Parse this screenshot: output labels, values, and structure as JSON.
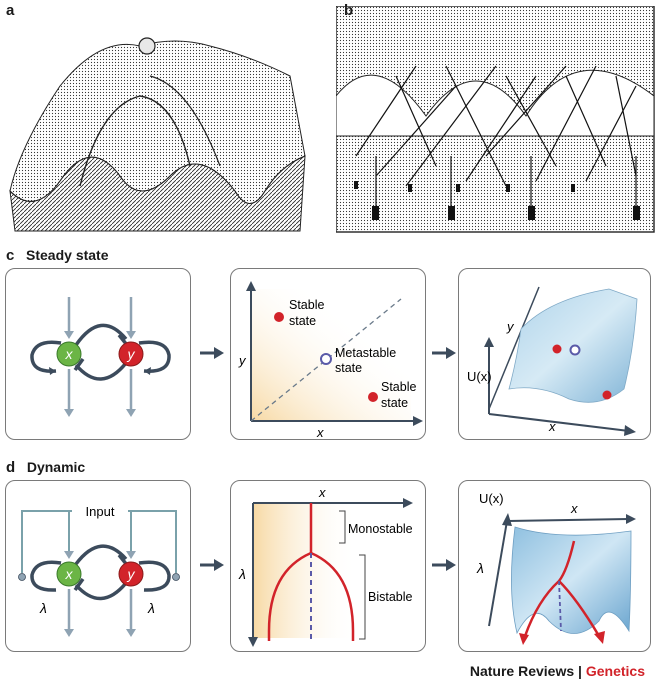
{
  "panels": {
    "a": {
      "letter": "a"
    },
    "b": {
      "letter": "b"
    },
    "c": {
      "letter": "c",
      "title": "Steady state"
    },
    "d": {
      "letter": "d",
      "title": "Dynamic"
    }
  },
  "steady": {
    "network": {
      "node_x": "x",
      "node_y": "y"
    },
    "phase": {
      "axis_x": "x",
      "axis_y": "y",
      "stable_top": [
        "Stable",
        "state"
      ],
      "metastable": [
        "Metastable",
        "state"
      ],
      "stable_bottom": [
        "Stable",
        "state"
      ]
    },
    "landscape": {
      "axis_u": "U(x)",
      "axis_x": "x",
      "axis_y": "y"
    }
  },
  "dynamic": {
    "network": {
      "input_label": "Input",
      "node_x": "x",
      "node_y": "y",
      "lambda_left": "λ",
      "lambda_right": "λ"
    },
    "bifurcation": {
      "axis_x": "x",
      "axis_lambda": "λ",
      "monostable": "Monostable",
      "bistable": "Bistable"
    },
    "landscape": {
      "axis_u": "U(x)",
      "axis_x": "x",
      "axis_lambda": "λ"
    }
  },
  "footer": {
    "journal": "Nature Reviews",
    "separator": " | ",
    "section": "Genetics"
  },
  "colors": {
    "red": "#d2232a",
    "green": "#6bb545",
    "navy": "#3c4b5c",
    "grey_arrow": "#8fa3b3",
    "teal": "#7aa1aa",
    "purple": "#5a5aa8"
  }
}
